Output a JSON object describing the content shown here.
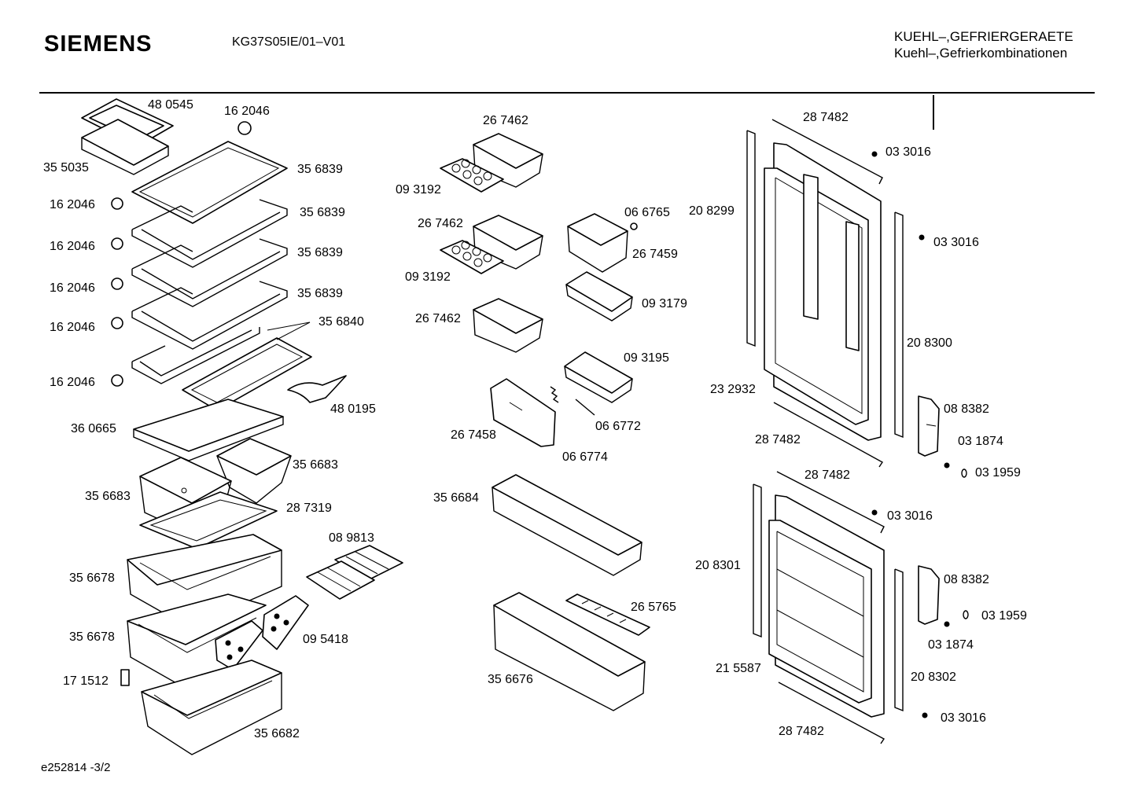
{
  "header": {
    "brand": "SIEMENS",
    "model": "KG37S05IE/01–V01",
    "category_line1": "KUEHL–,GEFRIERGERAETE",
    "category_line2": "Kuehl–,Gefrierkombinationen"
  },
  "footer": {
    "drawing_id": "e252814   -3/2"
  },
  "parts": [
    "48 0545",
    "16 2046",
    "35 5035",
    "35 6839",
    "16 2046",
    "35 6839",
    "16 2046",
    "35 6839",
    "16 2046",
    "35 6839",
    "16 2046",
    "35 6840",
    "16 2046",
    "48 0195",
    "36 0665",
    "35 6683",
    "35 6683",
    "28 7319",
    "08 9813",
    "35 6678",
    "35 6678",
    "09 5418",
    "17 1512",
    "35 6682",
    "26 7462",
    "09 3192",
    "26 7462",
    "09 3192",
    "06 6765",
    "26 7459",
    "09 3179",
    "26 7462",
    "09 3195",
    "06 6772",
    "26 7458",
    "06 6774",
    "35 6684",
    "26 5765",
    "35 6676",
    "28 7482",
    "03 3016",
    "20 8299",
    "03 3016",
    "20 8300",
    "23 2932",
    "08 8382",
    "28 7482",
    "03 1874",
    "03 1959",
    "28 7482",
    "03 3016",
    "20 8301",
    "08 8382",
    "03 1959",
    "03 1874",
    "21 5587",
    "20 8302",
    "03 3016",
    "28 7482"
  ]
}
